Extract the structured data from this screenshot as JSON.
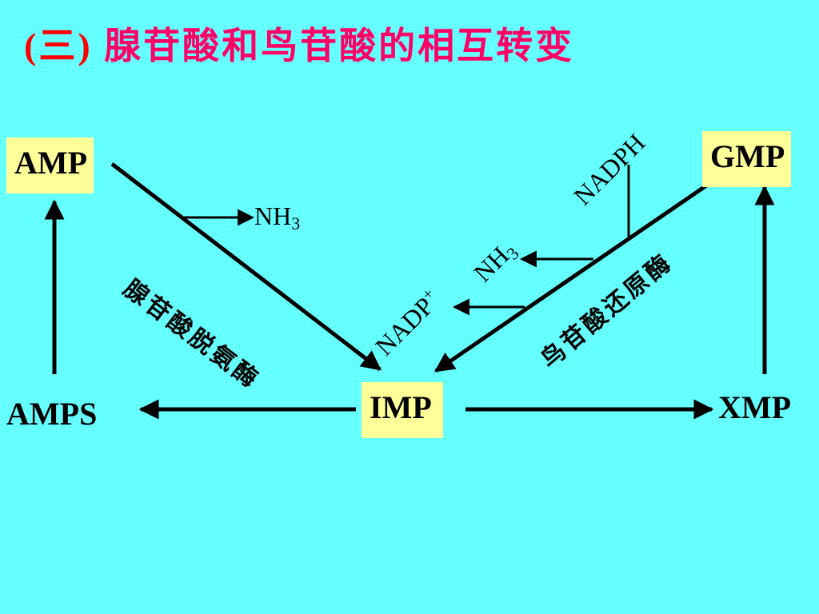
{
  "title": {
    "prefix": "(三)",
    "text": "腺苷酸和鸟苷酸的相互转变"
  },
  "nodes": {
    "amp": "AMP",
    "gmp": "GMP",
    "imp": "IMP",
    "amps": "AMPS",
    "xmp": "XMP"
  },
  "labels": {
    "nh3_left": {
      "base": "NH",
      "sub": "3"
    },
    "nh3_right": {
      "base": "NH",
      "sub": "3"
    },
    "nadph": "NADPH",
    "nadp_plus": {
      "base": "NADP",
      "sup": "+"
    },
    "enzyme_left": "腺苷酸脱氨酶",
    "enzyme_right": "鸟苷酸还原酶"
  },
  "colors": {
    "background": "#66ffff",
    "title_paren": "#ff0000",
    "title_text": "#ff0066",
    "node_box": "#ffff99",
    "arrow": "#000000"
  }
}
